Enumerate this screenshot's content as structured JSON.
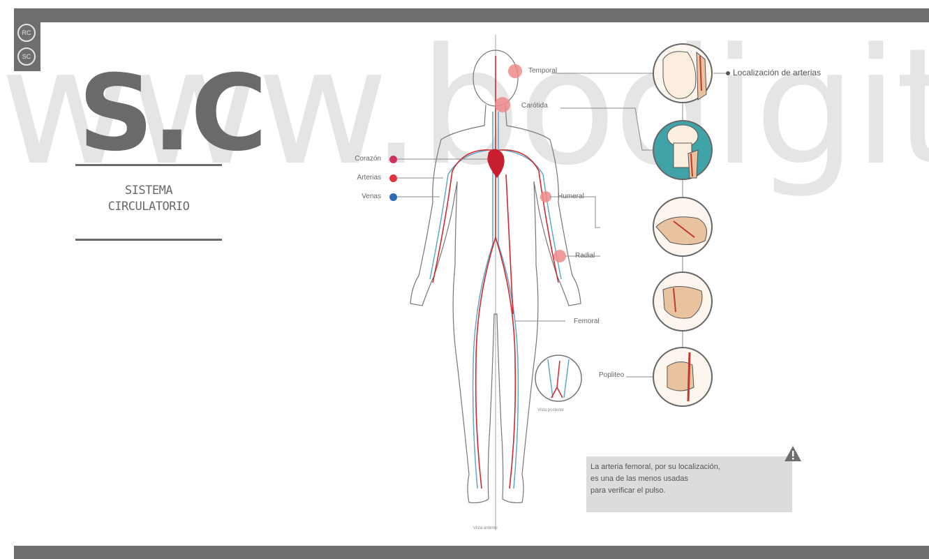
{
  "header": {
    "badges": [
      "RC",
      "SC"
    ],
    "title": "S.C",
    "subtitle_line1": "SISTEMA",
    "subtitle_line2": "CIRCULATORIO"
  },
  "watermark": "www.bodigital.ula",
  "legend": {
    "items": [
      {
        "label": "Corazón",
        "color": "#d12f5e"
      },
      {
        "label": "Arterias",
        "color": "#e0343a"
      },
      {
        "label": "Venas",
        "color": "#2e6db3"
      }
    ]
  },
  "pulse_points": {
    "temporal": "Temporal",
    "carotida": "Carótida",
    "humeral": "Humeral",
    "radial": "Radial",
    "femoral": "Femoral",
    "popliteo": "Popliteo"
  },
  "callout": "Localización de arterias",
  "detail_caption": "Vista posterior",
  "body_caption": "Vista anterior",
  "note": {
    "text": "La arteria femoral, por su localización,\nes una de las menos usadas\npara verificar el pulso."
  },
  "colors": {
    "artery": "#d0282e",
    "vein": "#5fa8c9",
    "pulse": "#f08a8a",
    "bars": "#6e6e70",
    "note_bg": "#dcdcdc"
  }
}
